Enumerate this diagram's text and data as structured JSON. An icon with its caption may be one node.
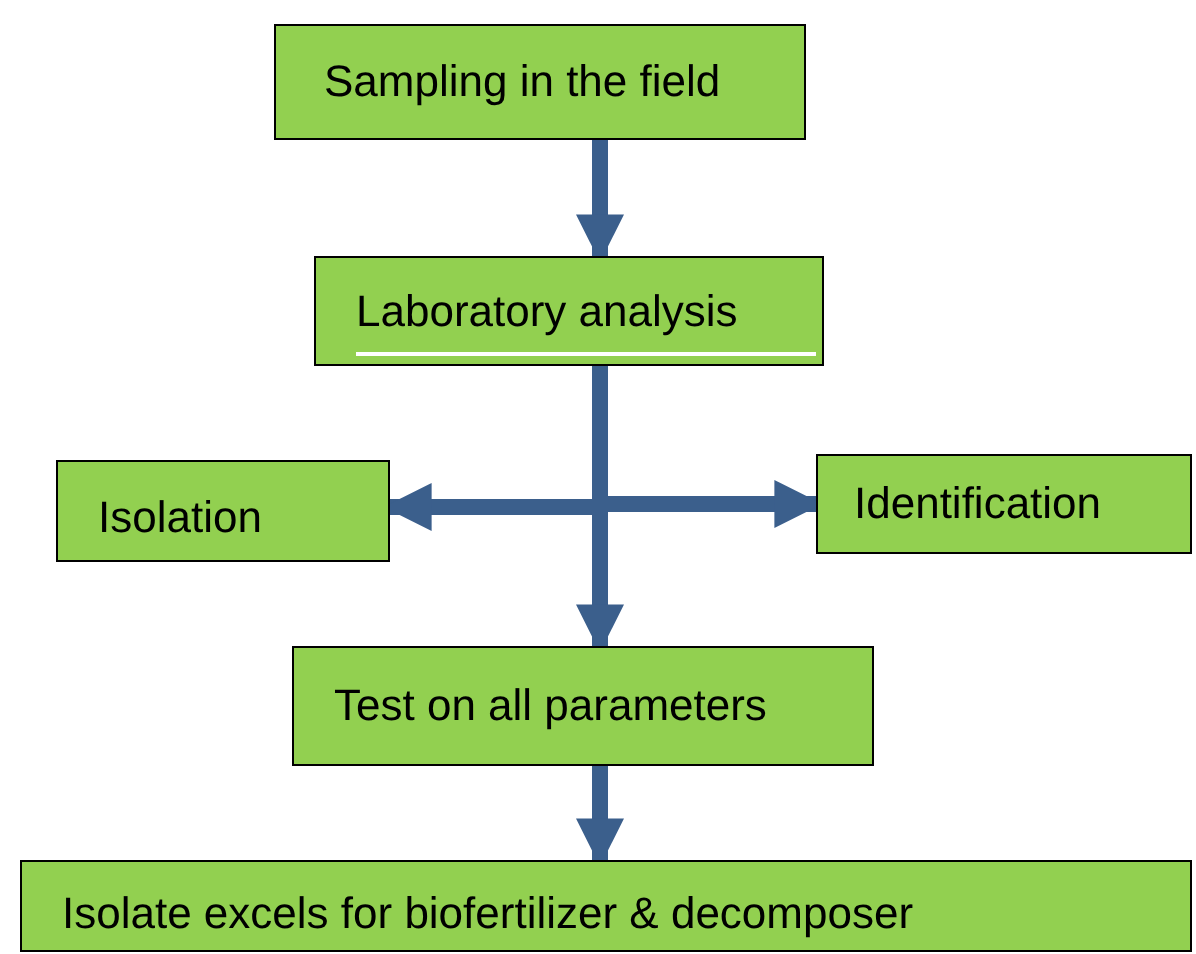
{
  "diagram": {
    "nodes": [
      {
        "text": [
          "Sampling in the field"
        ]
      },
      {
        "text": [
          "Laboratory analysis"
        ]
      },
      {
        "text": [
          "Isolation"
        ]
      },
      {
        "text": [
          "Identification"
        ]
      },
      {
        "text": [
          "Test on all parameters"
        ]
      },
      {
        "text": [
          "Isolate excels for biofertilizer & decomposer"
        ]
      }
    ],
    "edges": [
      {
        "from": 0,
        "to": 1,
        "arrow": "to"
      },
      {
        "from": 1,
        "to": 2,
        "arrow": "to"
      },
      {
        "from": 1,
        "to": 3,
        "arrow": "to"
      },
      {
        "from": 1,
        "to": 4,
        "arrow": "to"
      },
      {
        "from": 4,
        "to": 5,
        "arrow": "to"
      }
    ]
  }
}
